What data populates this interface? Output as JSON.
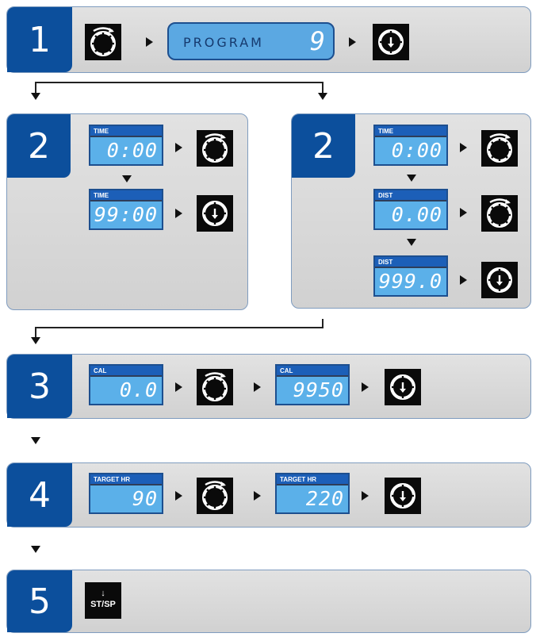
{
  "steps": {
    "s1": "1",
    "s2a": "2",
    "s2b": "2",
    "s3": "3",
    "s4": "4",
    "s5": "5"
  },
  "program": {
    "label": "PROGRAM",
    "number": "9"
  },
  "step2_time": {
    "time_label": "TIME",
    "time_start": "0:00",
    "time_label2": "TIME",
    "time_end": "99:00"
  },
  "step2_dist": {
    "time_label": "TIME",
    "time_value": "0:00",
    "dist_label": "DIST",
    "dist_start": "0.00",
    "dist_label2": "DIST",
    "dist_end": "999.0"
  },
  "step3": {
    "label": "CAL",
    "start": "0.0",
    "label2": "CAL",
    "end": "9950"
  },
  "step4": {
    "label": "TARGET HR",
    "start": "90",
    "label2": "TARGET HR",
    "end": "220"
  },
  "step5": {
    "button_arrow": "↓",
    "button_label": "ST/SP"
  },
  "icons": {
    "dial": "dial-rotate-icon",
    "enter": "dial-press-icon"
  },
  "colors": {
    "badge": "#0c4f9c",
    "lcd": "#5bb0e9",
    "panel": "#d8d8d8",
    "border": "#7f9cbf"
  }
}
